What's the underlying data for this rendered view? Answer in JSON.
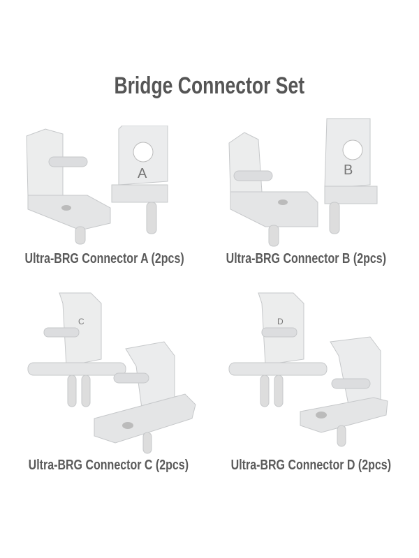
{
  "title": "Bridge Connector Set",
  "connectors": [
    {
      "caption": "Ultra-BRG Connector A (2pcs)",
      "letter": "A"
    },
    {
      "caption": "Ultra-BRG Connector B (2pcs)",
      "letter": "B"
    },
    {
      "caption": "Ultra-BRG Connector C (2pcs)",
      "letter": "C"
    },
    {
      "caption": "Ultra-BRG Connector D (2pcs)",
      "letter": "D"
    }
  ],
  "colors": {
    "text": "#555555",
    "part": "#e6e7e8",
    "part_shadow": "#c9cbcd"
  }
}
